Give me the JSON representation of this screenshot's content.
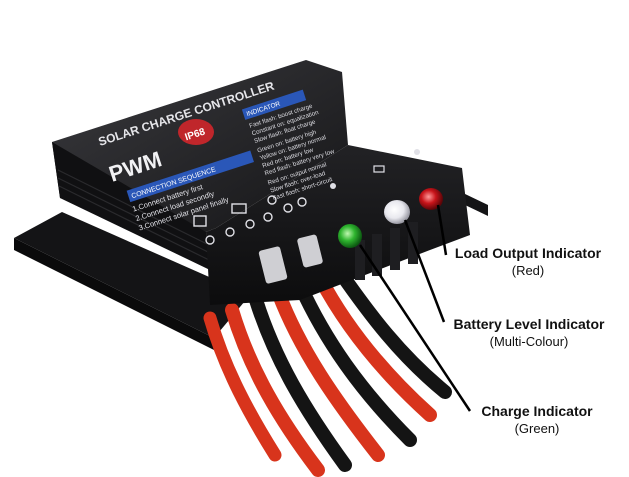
{
  "device": {
    "brand_title": "SOLAR CHARGE CONTROLLER",
    "model": "PWM",
    "rating_badge": "IP68",
    "connection_heading": "CONNECTION SEQUENCE",
    "connection_steps": [
      "1.Connect battery first",
      "2.Connect load secondly",
      "3.Connect solar panel finally"
    ],
    "indicator_heading": "INDICATOR",
    "indicator_lines": [
      "Fast flash: boost charge",
      "Constant on: equalization",
      "Slow flash: float charge",
      "Green on: battery high",
      "Yellow on: battery normal",
      "Red on: battery low",
      "Red flash: battery very low",
      "Red on: output normal",
      "Slow flash: over-load",
      "Fast flash: short-circuit"
    ]
  },
  "callouts": {
    "load": {
      "title": "Load Output Indicator",
      "subtitle": "(Red)"
    },
    "battery": {
      "title": "Battery Level Indicator",
      "subtitle": "(Multi-Colour)"
    },
    "charge": {
      "title": "Charge Indicator",
      "subtitle": "(Green)"
    }
  },
  "colors": {
    "background": "#ffffff",
    "case": "#1c1c1e",
    "panel_blue": "#2a57b8",
    "led_green": "#2fb52f",
    "led_white": "#f2f2f5",
    "led_red": "#c8141a",
    "wire_red": "#d8341c",
    "wire_black": "#141414"
  }
}
